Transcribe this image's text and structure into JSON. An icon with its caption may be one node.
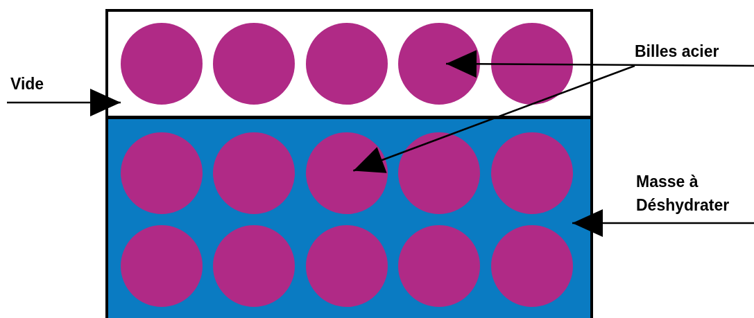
{
  "diagram": {
    "nodes": [
      {
        "text": [
          "Vide"
        ]
      },
      {
        "text": [
          "Billes acier"
        ]
      },
      {
        "text": [
          "Masse à Déshydrater"
        ]
      },
      {
        "text": [],
        "shape": "box"
      },
      {
        "text": [],
        "shape": "circle",
        "in": 3
      },
      {
        "text": [],
        "shape": "circle",
        "in": 3
      },
      {
        "text": [],
        "shape": "circle",
        "in": 3
      },
      {
        "text": [],
        "shape": "circle",
        "in": 3
      },
      {
        "text": [],
        "shape": "circle",
        "in": 3
      },
      {
        "text": [],
        "shape": "box"
      },
      {
        "text": [],
        "shape": "circle",
        "in": 9
      },
      {
        "text": [],
        "shape": "circle",
        "in": 9
      },
      {
        "text": [],
        "shape": "circle",
        "in": 9
      },
      {
        "text": [],
        "shape": "circle",
        "in": 9
      },
      {
        "text": [],
        "shape": "circle",
        "in": 9
      },
      {
        "text": [],
        "shape": "circle",
        "in": 9
      },
      {
        "text": [],
        "shape": "circle",
        "in": 9
      },
      {
        "text": [],
        "shape": "circle",
        "in": 9
      },
      {
        "text": [],
        "shape": "circle",
        "in": 9
      },
      {
        "text": [],
        "shape": "circle",
        "in": 9
      }
    ],
    "edges": [
      {
        "from": 0,
        "to": 3,
        "arrow": "to"
      },
      {
        "from": 1,
        "to": 7,
        "arrow": "to"
      },
      {
        "from": 1,
        "to": 12,
        "arrow": "to"
      },
      {
        "from": 2,
        "to": 9,
        "arrow": "to"
      }
    ]
  }
}
